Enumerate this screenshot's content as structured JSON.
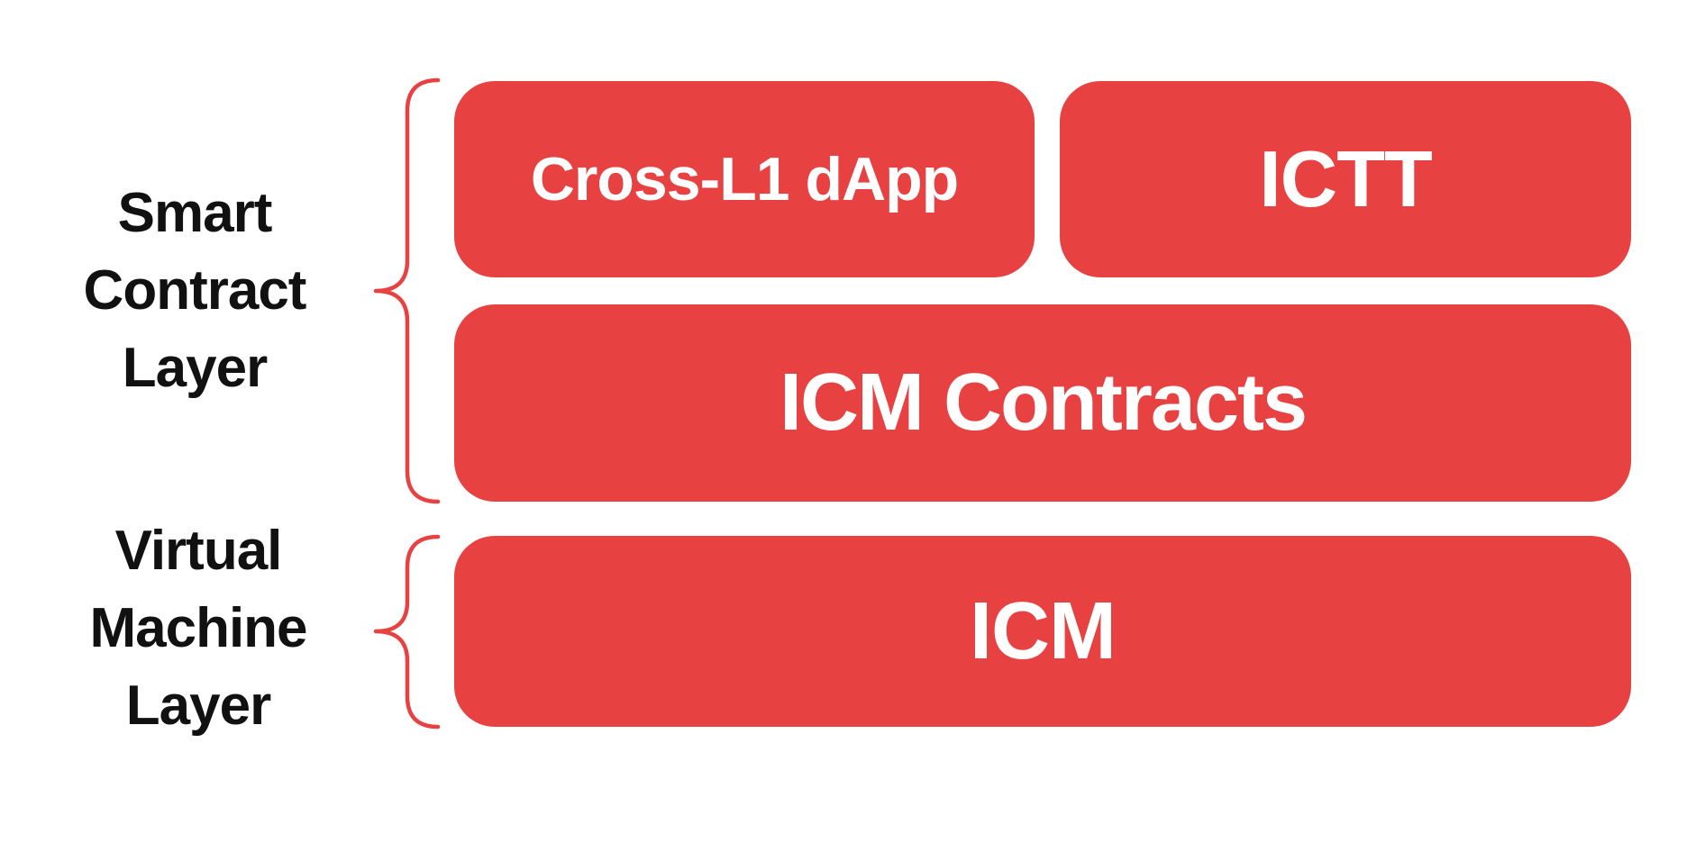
{
  "labels": {
    "smart_contract_layer": {
      "line1": "Smart",
      "line2": "Contract",
      "line3": "Layer"
    },
    "virtual_machine_layer": {
      "line1": "Virtual",
      "line2": "Machine",
      "line3": "Layer"
    }
  },
  "boxes": {
    "cross_l1_dapp": "Cross-L1 dApp",
    "ictt": "ICTT",
    "icm_contracts": "ICM Contracts",
    "icm": "ICM"
  },
  "colors": {
    "box_red": "#e84142",
    "brace_red": "#e84142",
    "label_text": "#111111",
    "box_text": "#ffffff",
    "background": "#ffffff"
  }
}
